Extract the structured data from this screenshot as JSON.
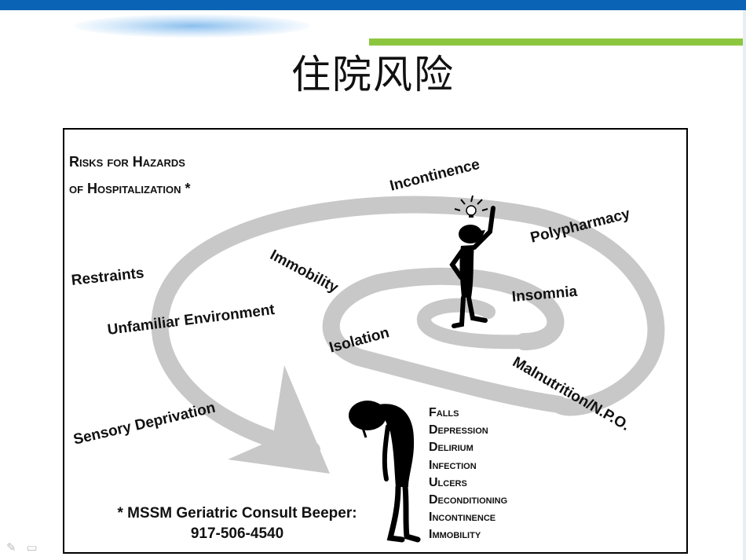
{
  "slide": {
    "title": "住院风险"
  },
  "figure": {
    "heading_line1": "Risks for Hazards",
    "heading_line2": "of Hospitalization *",
    "spiral_labels": {
      "incontinence": "Incontinence",
      "polypharmacy": "Polypharmacy",
      "immobility": "Immobility",
      "restraints": "Restraints",
      "insomnia": "Insomnia",
      "unfamiliar_environment": "Unfamiliar Environment",
      "isolation": "Isolation",
      "malnutrition": "Malnutrition/N.P.O.",
      "sensory_deprivation": "Sensory Deprivation"
    },
    "outcomes": [
      "Falls",
      "Depression",
      "Delirium",
      "Infection",
      "Ulcers",
      "Deconditioning",
      "Incontinence",
      "Immobility"
    ],
    "beeper_line1": "* MSSM Geriatric Consult Beeper:",
    "beeper_line2": "917-506-4540"
  },
  "icons": {
    "upright_figure": "person-lightbulb-icon",
    "slumped_figure": "person-slumped-icon",
    "corner_left": "pen-icon",
    "corner_right": "slide-view-icon"
  },
  "colors": {
    "top_bar": "#0b63b6",
    "green_bar": "#8cc63f",
    "spiral": "#c8c8c8"
  }
}
